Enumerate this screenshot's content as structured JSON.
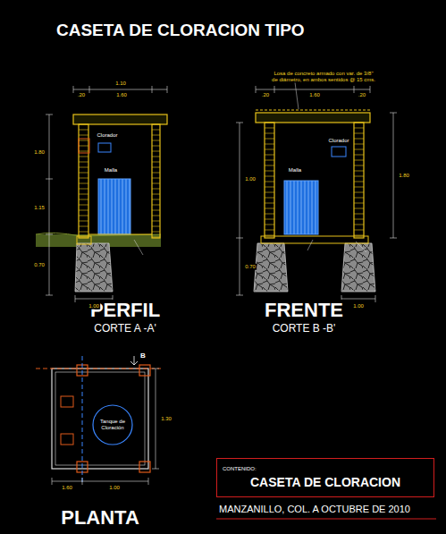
{
  "diagram": {
    "title": "CASETA DE CLORACION TIPO",
    "nodes": [
      {
        "text": [
          "Tanque de Cloración"
        ]
      },
      {
        "text": [
          "CONTENIDO:",
          "CASETA DE CLORACION"
        ]
      }
    ],
    "labels": [
      "PERFIL",
      "CORTE A -A'",
      "FRENTE",
      "CORTE B -B'",
      "PLANTA",
      "MANZANILLO, COL. A OCTUBRE DE 2010",
      "Losa de concreto armado con var. de 3/8\" de diámetro, en ambos sentidos @ 15 cms.",
      "Clorador",
      "Clorador",
      "Malla",
      "Malla",
      "1.10",
      "1.60",
      ".20",
      "1.15",
      "1.80",
      "0.70",
      "1.00",
      "1.60",
      ".20",
      ".20",
      "1.80",
      "1.00",
      "0.70",
      "1.00",
      "B",
      "1.30",
      "1.60",
      "1.00"
    ]
  }
}
